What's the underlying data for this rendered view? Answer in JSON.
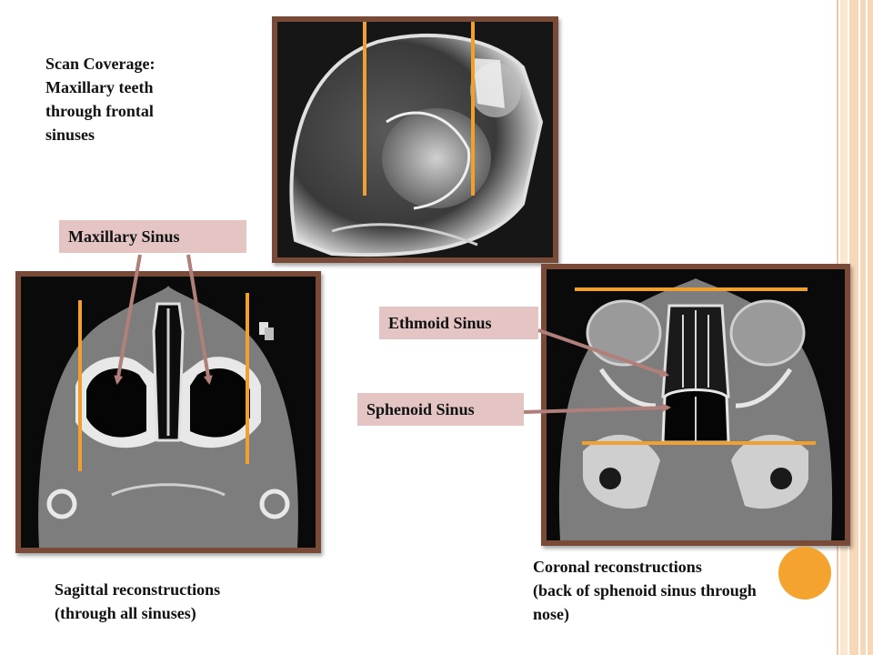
{
  "slide": {
    "coverage_text": "Scan Coverage:\nMaxillary teeth\nthrough frontal\nsinuses",
    "labels": {
      "maxillary": "Maxillary Sinus",
      "ethmoid": "Ethmoid Sinus",
      "sphenoid": "Sphenoid Sinus"
    },
    "captions": {
      "sagittal": "Sagittal reconstructions\n(through all sinuses)",
      "coronal": "Coronal reconstructions\n(back of sphenoid sinus through\nnose)"
    }
  },
  "colors": {
    "frame": "#7a4a38",
    "label_background": "#e5c4c4",
    "scan_line": "#f0a030",
    "arrow": "#b07f7a",
    "accent_dot": "#f4a42e",
    "side_band": "#f6d7b8"
  }
}
